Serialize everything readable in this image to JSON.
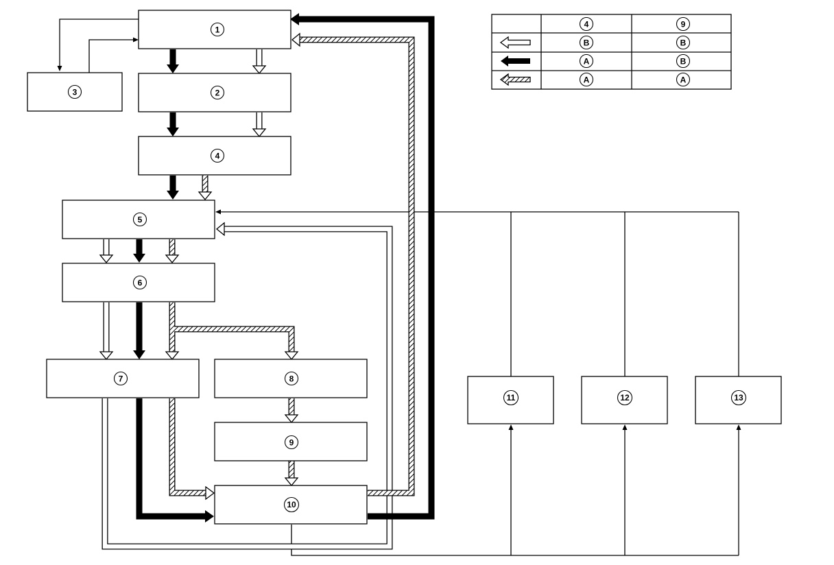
{
  "blocks": [
    {
      "id": "1",
      "label": "1"
    },
    {
      "id": "2",
      "label": "2"
    },
    {
      "id": "3",
      "label": "3"
    },
    {
      "id": "4",
      "label": "4"
    },
    {
      "id": "5",
      "label": "5"
    },
    {
      "id": "6",
      "label": "6"
    },
    {
      "id": "7",
      "label": "7"
    },
    {
      "id": "8",
      "label": "8"
    },
    {
      "id": "9",
      "label": "9"
    },
    {
      "id": "10",
      "label": "10"
    },
    {
      "id": "11",
      "label": "11"
    },
    {
      "id": "12",
      "label": "12"
    },
    {
      "id": "13",
      "label": "13"
    }
  ],
  "legend_table": {
    "columns": [
      "4",
      "9"
    ],
    "rows": [
      {
        "arrow_style": "hollow",
        "values": [
          "B",
          "B"
        ]
      },
      {
        "arrow_style": "solid",
        "values": [
          "A",
          "B"
        ]
      },
      {
        "arrow_style": "hatched",
        "values": [
          "A",
          "A"
        ]
      }
    ]
  },
  "colors": {
    "line": "#000000",
    "background": "#ffffff"
  }
}
